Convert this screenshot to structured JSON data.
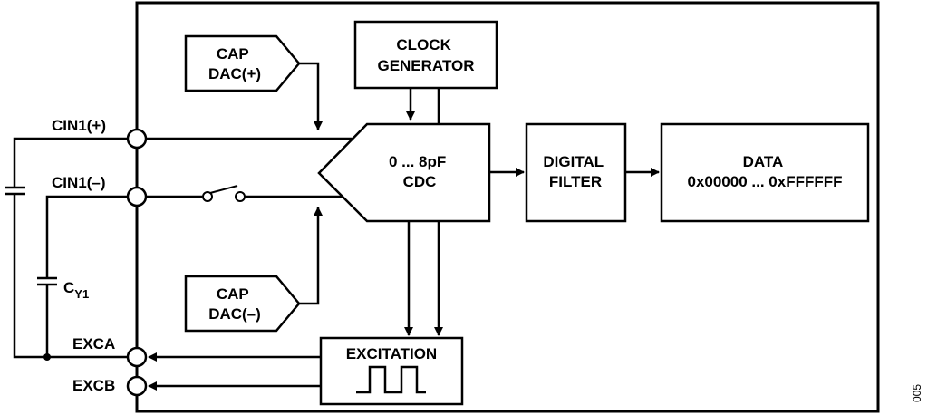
{
  "pins": {
    "cin_plus": "CIN1(+)",
    "cin_minus": "CIN1(–)",
    "exca": "EXCA",
    "excb": "EXCB"
  },
  "capacitor": {
    "name": "C",
    "subscript": "Y1"
  },
  "blocks": {
    "cap_dac_plus": [
      "CAP",
      "DAC(+)"
    ],
    "cap_dac_minus": [
      "CAP",
      "DAC(–)"
    ],
    "clock_generator": [
      "CLOCK",
      "GENERATOR"
    ],
    "cdc": [
      "0 ... 8pF",
      "CDC"
    ],
    "digital_filter": [
      "DIGITAL",
      "FILTER"
    ],
    "data": [
      "DATA",
      "0x00000 ... 0xFFFFFF"
    ],
    "excitation": "EXCITATION"
  },
  "figure_id": "005"
}
